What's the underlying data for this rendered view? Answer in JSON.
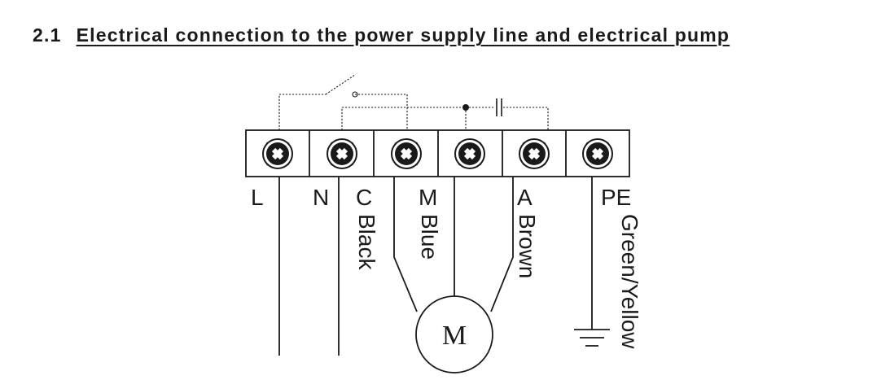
{
  "section": {
    "number": "2.1",
    "title": "Electrical connection to the power supply line and electrical pump"
  },
  "terminals": [
    "L",
    "N",
    "C",
    "M",
    "A",
    "PE"
  ],
  "wires": {
    "black": "Black",
    "blue": "Blue",
    "brown": "Brown",
    "ground": "Green/Yellow"
  },
  "motor": {
    "label": "M"
  },
  "icons": {
    "terminal_screw": "screw-terminal-icon",
    "switch": "switch-icon",
    "capacitor": "capacitor-icon",
    "ground": "ground-icon"
  }
}
